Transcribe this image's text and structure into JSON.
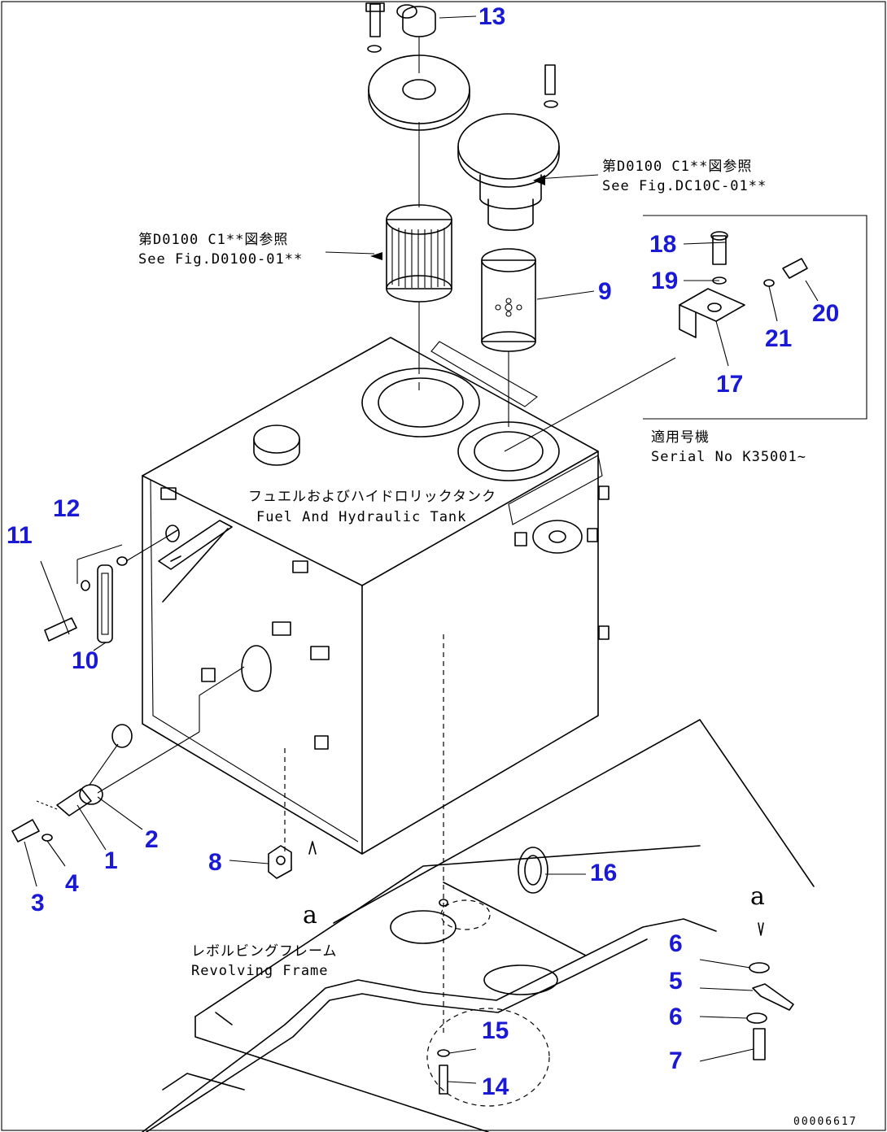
{
  "callouts": [
    "13",
    "9",
    "18",
    "19",
    "20",
    "21",
    "17",
    "12",
    "11",
    "10",
    "2",
    "1",
    "4",
    "3",
    "8",
    "16",
    "6",
    "5",
    "6",
    "7",
    "15",
    "14"
  ],
  "notes": {
    "ref_top_right_jp": "第D0100 C1**図参照",
    "ref_top_right_en": "See Fig.DC10C-01**",
    "ref_left_jp": "第D0100 C1**図参照",
    "ref_left_en": "See Fig.D0100-01**",
    "serial_jp": "適用号機",
    "serial_en": "Serial No K35001~",
    "tank_jp": "フュエルおよびハイドロリックタンク",
    "tank_en": "Fuel And Hydraulic Tank",
    "frame_jp": "レボルビングフレーム",
    "frame_en": "Revolving Frame",
    "letter_a": "a",
    "letter_a2": "a",
    "drawing_number": "00006617"
  }
}
